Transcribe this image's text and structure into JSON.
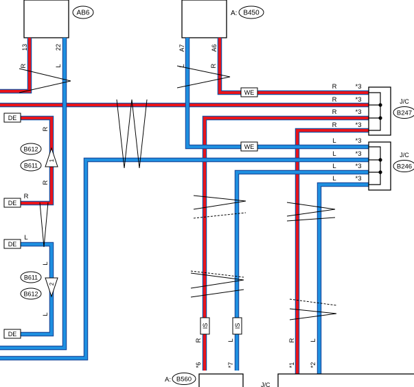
{
  "colors": {
    "red": "#e8141b",
    "blue": "#1e8fe0",
    "outline": "#1a4fa0",
    "ink": "#000000"
  },
  "connectors": {
    "ab6": {
      "label": "AB6",
      "pins": [
        "13",
        "22"
      ]
    },
    "b450": {
      "prefix": "A:",
      "label": "B450",
      "pins": [
        "A7",
        "A6"
      ]
    },
    "b560": {
      "prefix": "A:",
      "label": "B560"
    },
    "jc_bottom": {
      "label": "J/C"
    }
  },
  "joint_connectors": {
    "b247": {
      "jc": "J/C",
      "label": "B247"
    },
    "b246": {
      "jc": "J/C",
      "label": "B246"
    }
  },
  "wire_letters": {
    "red": "R",
    "blue": "L"
  },
  "splice_tags": {
    "we": "WE",
    "de": "DE",
    "is": "IS"
  },
  "note_mark": "*3",
  "right_rows": [
    {
      "color": "R",
      "note": "*3"
    },
    {
      "color": "R",
      "note": "*3"
    },
    {
      "color": "R",
      "note": "*3"
    },
    {
      "color": "R",
      "note": "*3"
    },
    {
      "color": "L",
      "note": "*3"
    },
    {
      "color": "L",
      "note": "*3"
    },
    {
      "color": "L",
      "note": "*3"
    },
    {
      "color": "L",
      "note": "*3"
    }
  ],
  "harness_refs": {
    "upper": {
      "items": [
        "B612",
        "B611"
      ],
      "number": "1"
    },
    "lower": {
      "items": [
        "B611",
        "B612"
      ],
      "number": "2"
    }
  },
  "bottom_notes": [
    "*6",
    "*7",
    "*1",
    "*2"
  ]
}
